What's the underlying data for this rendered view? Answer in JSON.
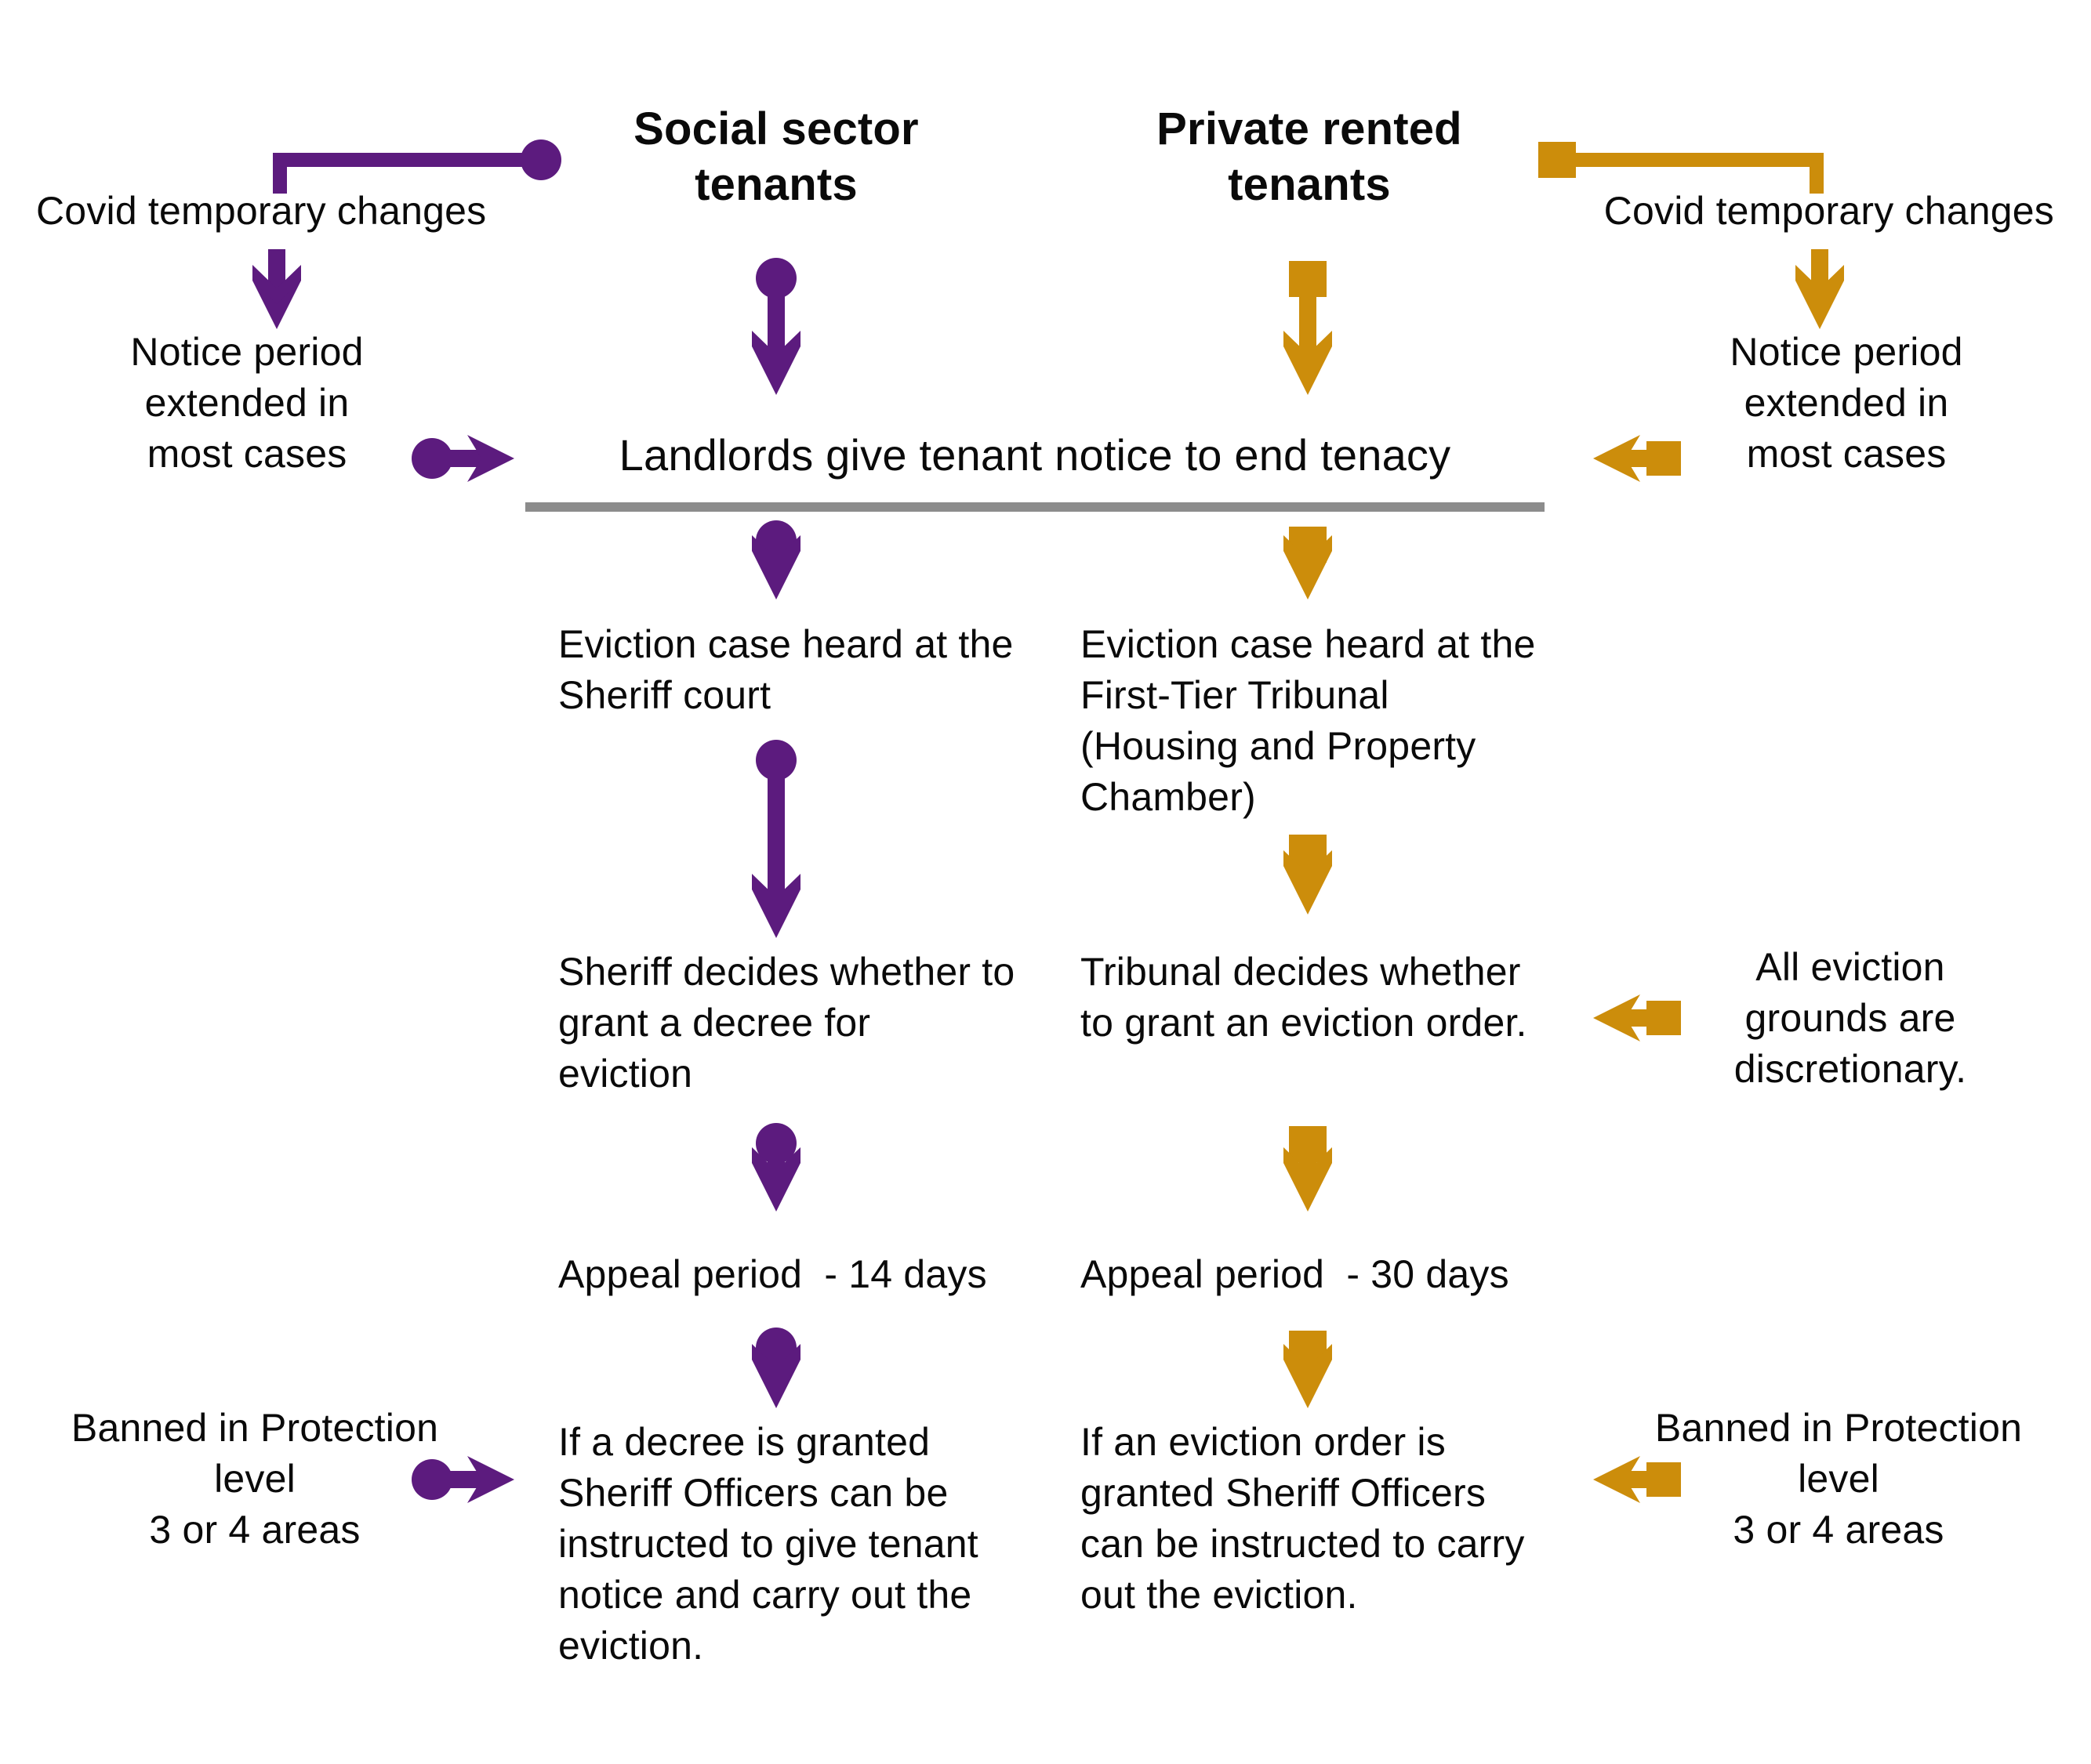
{
  "colors": {
    "purple": "#5C1B7E",
    "orange": "#CC8D0B",
    "divider_gray": "#8C8C8C",
    "text": "#0A0A0A",
    "background": "#FFFFFF"
  },
  "headings": {
    "social": "Social sector\ntenants",
    "private": "Private rented\ntenants"
  },
  "center": {
    "notice_step": "Landlords give tenant notice to end tenacy"
  },
  "left_annotations": {
    "covid_label": "Covid temporary changes",
    "notice_extended": "Notice period\nextended in\nmost cases",
    "banned_protection": "Banned in Protection\nlevel\n3 or 4 areas"
  },
  "right_annotations": {
    "covid_label": "Covid temporary changes",
    "notice_extended": "Notice period\nextended in\nmost cases",
    "discretionary": "All eviction\ngrounds are\ndiscretionary.",
    "banned_protection": "Banned in Protection\nlevel\n3 or 4 areas"
  },
  "social_column": {
    "step_hearing": "Eviction case heard at the\nSheriff court",
    "step_decision": "Sheriff decides whether to\ngrant a decree for\neviction",
    "step_appeal": "Appeal period  - 14 days",
    "step_enforcement": "If a decree is granted\nSheriff Officers can be\ninstructed to give tenant\nnotice and carry out the\neviction."
  },
  "private_column": {
    "step_hearing": "Eviction case heard at the\nFirst-Tier Tribunal\n(Housing and Property\nChamber)",
    "step_decision": "Tribunal decides whether\nto grant an eviction order.",
    "step_appeal": "Appeal period  - 30 days",
    "step_enforcement": "If an eviction order is\ngranted Sheriff Officers\ncan be instructed to carry\nout the eviction."
  },
  "chart_data": {
    "type": "diagram",
    "title": "Eviction process flow: social sector vs private rented tenants",
    "columns": [
      {
        "name": "Social sector tenants",
        "accent": "#5C1B7E",
        "marker": "circle",
        "steps": [
          "Landlords give tenant notice to end tenacy",
          "Eviction case heard at the Sheriff court",
          "Sheriff decides whether to grant a decree for eviction",
          "Appeal period  - 14 days",
          "If a decree is granted Sheriff Officers can be instructed to give tenant notice and carry out the eviction."
        ],
        "side_notes": [
          "Covid temporary changes",
          "Notice period extended in most cases",
          "Banned in Protection level 3 or 4 areas"
        ]
      },
      {
        "name": "Private rented tenants",
        "accent": "#CC8D0B",
        "marker": "square",
        "steps": [
          "Landlords give tenant notice to end tenacy",
          "Eviction case heard at the First-Tier Tribunal (Housing and Property Chamber)",
          "Tribunal decides whether to grant an eviction order.",
          "Appeal period  - 30 days",
          "If an eviction order is granted Sheriff Officers can be instructed to carry out the eviction."
        ],
        "side_notes": [
          "Covid temporary changes",
          "Notice period extended in most cases",
          "All eviction grounds are discretionary.",
          "Banned in Protection level 3 or 4 areas"
        ]
      }
    ]
  }
}
